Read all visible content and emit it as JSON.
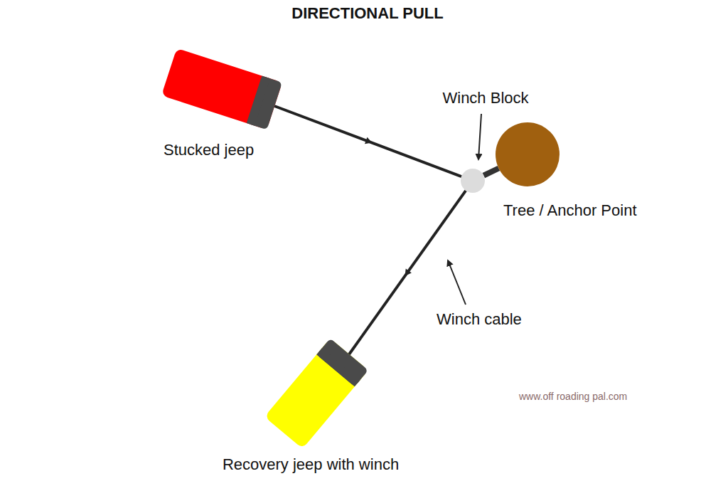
{
  "diagram": {
    "title": "DIRECTIONAL PULL",
    "nodes": [
      {
        "text": [
          "Stucked jeep"
        ]
      },
      {
        "text": [
          "Winch Block"
        ]
      },
      {
        "text": [
          "Tree / Anchor Point"
        ]
      },
      {
        "text": [
          "Recovery jeep with winch"
        ]
      }
    ],
    "edges": [
      {
        "from": 0,
        "to": 1,
        "arrow": "to"
      },
      {
        "from": 1,
        "to": 3,
        "arrow": "to"
      },
      {
        "from": 1,
        "to": 2,
        "arrow": "none"
      }
    ],
    "labels": [
      "Winch cable",
      "www.off roading pal.com"
    ]
  }
}
